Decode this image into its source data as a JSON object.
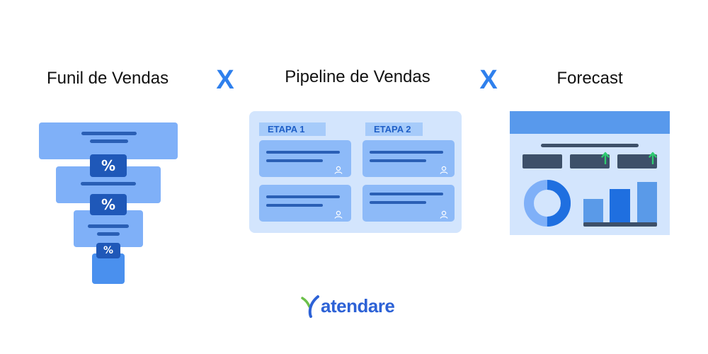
{
  "titles": {
    "funnel": "Funil de Vendas",
    "pipeline": "Pipeline de Vendas",
    "forecast": "Forecast"
  },
  "separator": "X",
  "funnel": {
    "percent_symbol": "%"
  },
  "pipeline": {
    "stages": [
      "ETAPA 1",
      "ETAPA 2"
    ]
  },
  "forecast": {
    "donut_fraction": 0.5,
    "colors": {
      "donut_main": "#1f6fe0",
      "donut_light": "#7fb0f8",
      "bar_mid": "#1f6fe0",
      "bar_light": "#5a9ae8",
      "arrow": "#2ecc71"
    }
  },
  "logo": {
    "brand": "atendare",
    "colors": {
      "text": "#2d62d6",
      "green": "#6cc04a"
    }
  }
}
